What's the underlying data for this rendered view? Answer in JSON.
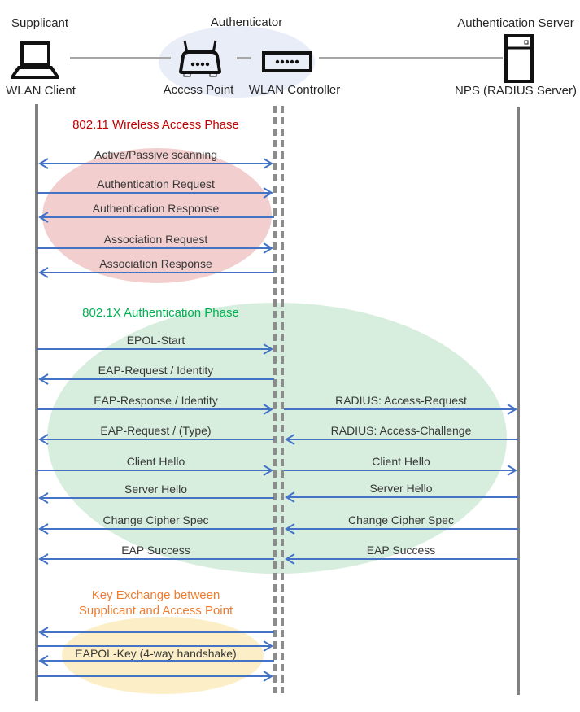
{
  "header": {
    "roles": [
      {
        "label": "Supplicant"
      },
      {
        "label": "Authenticator"
      },
      {
        "label": "Authentication Server"
      }
    ],
    "nodes": [
      {
        "label": "WLAN Client",
        "icon": "laptop-icon"
      },
      {
        "label": "Access Point",
        "icon": "access-point-icon"
      },
      {
        "label": "WLAN Controller",
        "icon": "wlan-controller-icon"
      },
      {
        "label": "NPS (RADIUS Server)",
        "icon": "server-icon"
      }
    ]
  },
  "phases": [
    {
      "label": "802.11 Wireless Access Phase",
      "text_color": "#C00000",
      "fill": "#F2CFCE"
    },
    {
      "label": "802.1X Authentication Phase",
      "text_color": "#00B050",
      "fill": "#D7EEDE"
    },
    {
      "label_line1": "Key Exchange between",
      "label_line2": "Supplicant and Access Point",
      "text_color": "#ED7D31",
      "fill": "#FCEFC7"
    }
  ],
  "colors": {
    "arrow": "#4472C4",
    "lifeline": "#808080",
    "authenticator_halo": "#E9EDF8"
  },
  "messages": {
    "left": [
      {
        "label": "Active/Passive scanning",
        "direction": "both"
      },
      {
        "label": "Authentication Request",
        "direction": "right"
      },
      {
        "label": "Authentication Response",
        "direction": "left"
      },
      {
        "label": "Association Request",
        "direction": "right"
      },
      {
        "label": "Association Response",
        "direction": "left"
      },
      {
        "label": "EPOL-Start",
        "direction": "right"
      },
      {
        "label": "EAP-Request / Identity",
        "direction": "left"
      },
      {
        "label": "EAP-Response / Identity",
        "direction": "right"
      },
      {
        "label": "EAP-Request / (Type)",
        "direction": "left"
      },
      {
        "label": "Client Hello",
        "direction": "right"
      },
      {
        "label": "Server Hello",
        "direction": "left"
      },
      {
        "label": "Change Cipher Spec",
        "direction": "left"
      },
      {
        "label": "EAP Success",
        "direction": "left"
      },
      {
        "label": "",
        "direction": "left"
      },
      {
        "label": "",
        "direction": "right"
      },
      {
        "label": "EAPOL-Key (4-way handshake)",
        "direction": "left"
      },
      {
        "label": "",
        "direction": "right"
      }
    ],
    "right": [
      {
        "label": "RADIUS: Access-Request",
        "direction": "right"
      },
      {
        "label": "RADIUS: Access-Challenge",
        "direction": "left"
      },
      {
        "label": "Client Hello",
        "direction": "right"
      },
      {
        "label": "Server Hello",
        "direction": "left"
      },
      {
        "label": "Change Cipher Spec",
        "direction": "left"
      },
      {
        "label": "EAP Success",
        "direction": "left"
      }
    ]
  }
}
